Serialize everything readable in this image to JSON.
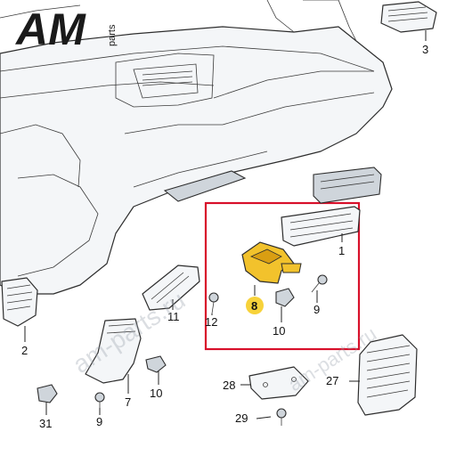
{
  "logo": {
    "main": "AM",
    "sub": "parts"
  },
  "watermarks": [
    "am-parts.ru",
    "am-parts.ru"
  ],
  "callouts": [
    {
      "id": "c1",
      "label": "1"
    },
    {
      "id": "c2",
      "label": "2"
    },
    {
      "id": "c3",
      "label": "3"
    },
    {
      "id": "c7",
      "label": "7"
    },
    {
      "id": "c8",
      "label": "8",
      "highlight": true
    },
    {
      "id": "c9a",
      "label": "9"
    },
    {
      "id": "c9b",
      "label": "9"
    },
    {
      "id": "c10a",
      "label": "10"
    },
    {
      "id": "c10b",
      "label": "10"
    },
    {
      "id": "c11",
      "label": "11"
    },
    {
      "id": "c12",
      "label": "12"
    },
    {
      "id": "c27",
      "label": "27"
    },
    {
      "id": "c28",
      "label": "28"
    },
    {
      "id": "c29",
      "label": "29"
    },
    {
      "id": "c31",
      "label": "31"
    }
  ],
  "colors": {
    "highlight_box": "#d8102a",
    "highlight_part": "#f2c22c",
    "highlight_badge": "#f7d23a"
  }
}
